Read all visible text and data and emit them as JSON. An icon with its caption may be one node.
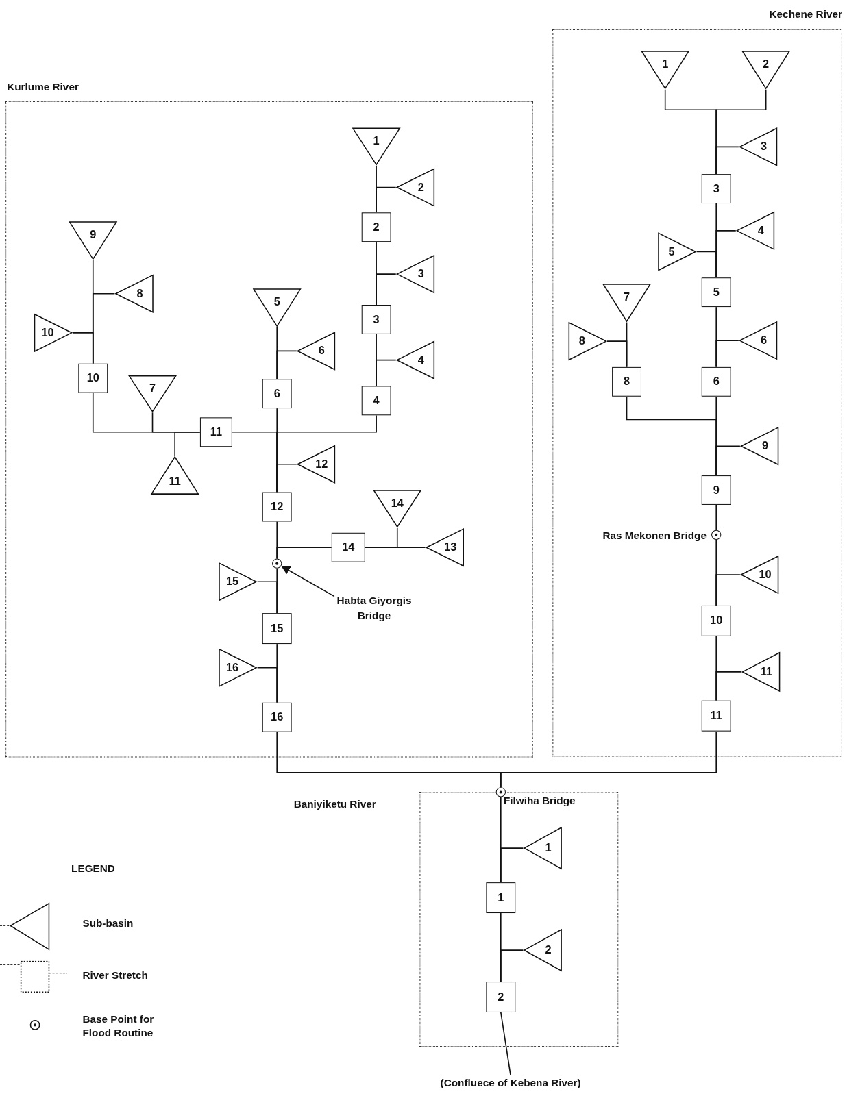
{
  "diagram": {
    "nodes": [
      {
        "text": [
          "Kurlume River"
        ]
      },
      {
        "text": [
          "1"
        ],
        "in": 0
      },
      {
        "text": [
          "2"
        ],
        "in": 0
      },
      {
        "text": [
          "2"
        ],
        "in": 0
      },
      {
        "text": [
          "9"
        ],
        "in": 0
      },
      {
        "text": [
          "3"
        ],
        "in": 0
      },
      {
        "text": [
          "8"
        ],
        "in": 0
      },
      {
        "text": [
          "5"
        ],
        "in": 0
      },
      {
        "text": [
          "3"
        ],
        "in": 0
      },
      {
        "text": [
          "10"
        ],
        "in": 0
      },
      {
        "text": [
          "6"
        ],
        "in": 0
      },
      {
        "text": [
          "4"
        ],
        "in": 0
      },
      {
        "text": [
          "10"
        ],
        "in": 0
      },
      {
        "text": [
          "7"
        ],
        "in": 0
      },
      {
        "text": [
          "6"
        ],
        "in": 0
      },
      {
        "text": [
          "4"
        ],
        "in": 0
      },
      {
        "text": [
          "11"
        ],
        "in": 0
      },
      {
        "text": [
          "12"
        ],
        "in": 0
      },
      {
        "text": [
          "11"
        ],
        "in": 0
      },
      {
        "text": [
          "12"
        ],
        "in": 0
      },
      {
        "text": [
          "14"
        ],
        "in": 0
      },
      {
        "text": [
          "14"
        ],
        "in": 0
      },
      {
        "text": [
          "13"
        ],
        "in": 0
      },
      {
        "text": [],
        "shape": "circle",
        "in": 0
      },
      {
        "text": [
          "15"
        ],
        "in": 0
      },
      {
        "text": [
          "Habta Giyorgis Bridge"
        ],
        "in": 0
      },
      {
        "text": [
          "15"
        ],
        "in": 0
      },
      {
        "text": [
          "16"
        ],
        "in": 0
      },
      {
        "text": [
          "16"
        ],
        "in": 0
      },
      {
        "text": [
          "Kechene River"
        ]
      },
      {
        "text": [
          "1"
        ],
        "in": 29
      },
      {
        "text": [
          "2"
        ],
        "in": 29
      },
      {
        "text": [
          "3"
        ],
        "in": 29
      },
      {
        "text": [
          "3"
        ],
        "in": 29
      },
      {
        "text": [
          "4"
        ],
        "in": 29
      },
      {
        "text": [
          "5"
        ],
        "in": 29
      },
      {
        "text": [
          "7"
        ],
        "in": 29
      },
      {
        "text": [
          "5"
        ],
        "in": 29
      },
      {
        "text": [
          "8"
        ],
        "in": 29
      },
      {
        "text": [
          "6"
        ],
        "in": 29
      },
      {
        "text": [
          "8"
        ],
        "in": 29
      },
      {
        "text": [
          "6"
        ],
        "in": 29
      },
      {
        "text": [
          "9"
        ],
        "in": 29
      },
      {
        "text": [
          "9"
        ],
        "in": 29
      },
      {
        "text": [],
        "shape": "circle",
        "beside": [
          "Ras Mekonen Bridge"
        ],
        "in": 29
      },
      {
        "text": [
          "10"
        ],
        "in": 29
      },
      {
        "text": [
          "10"
        ],
        "in": 29
      },
      {
        "text": [
          "11"
        ],
        "in": 29
      },
      {
        "text": [
          "11"
        ],
        "in": 29
      },
      {
        "text": [
          "Baniyiketu River"
        ]
      },
      {
        "text": [],
        "shape": "circle",
        "beside": [
          "Filwiha Bridge"
        ],
        "in": 49
      },
      {
        "text": [
          "1"
        ],
        "in": 49
      },
      {
        "text": [
          "1"
        ],
        "in": 49
      },
      {
        "text": [
          "2"
        ],
        "in": 49
      },
      {
        "text": [
          "2"
        ],
        "in": 49
      },
      {
        "text": [
          "(Confluece of Kebena River)"
        ]
      }
    ],
    "edges": [
      {
        "from": 1,
        "to": 3,
        "arrow": "none"
      },
      {
        "from": 2,
        "to": 3,
        "arrow": "none"
      },
      {
        "from": 3,
        "to": 8,
        "arrow": "none"
      },
      {
        "from": 5,
        "to": 8,
        "arrow": "none"
      },
      {
        "from": 8,
        "to": 15,
        "arrow": "none"
      },
      {
        "from": 11,
        "to": 15,
        "arrow": "none"
      },
      {
        "from": 4,
        "to": 12,
        "arrow": "none"
      },
      {
        "from": 6,
        "to": 12,
        "arrow": "none"
      },
      {
        "from": 9,
        "to": 12,
        "arrow": "none"
      },
      {
        "from": 12,
        "to": 16,
        "arrow": "none"
      },
      {
        "from": 13,
        "to": 16,
        "arrow": "none"
      },
      {
        "from": 18,
        "to": 16,
        "arrow": "none"
      },
      {
        "from": 7,
        "to": 14,
        "arrow": "none"
      },
      {
        "from": 10,
        "to": 14,
        "arrow": "none"
      },
      {
        "from": 15,
        "to": 19,
        "arrow": "none"
      },
      {
        "from": 14,
        "to": 19,
        "arrow": "none"
      },
      {
        "from": 16,
        "to": 19,
        "arrow": "none"
      },
      {
        "from": 17,
        "to": 19,
        "arrow": "none"
      },
      {
        "from": 19,
        "to": 23,
        "arrow": "none"
      },
      {
        "from": 21,
        "to": 23,
        "arrow": "none"
      },
      {
        "from": 20,
        "to": 21,
        "arrow": "none"
      },
      {
        "from": 22,
        "to": 21,
        "arrow": "none"
      },
      {
        "from": 23,
        "to": 26,
        "arrow": "none"
      },
      {
        "from": 24,
        "to": 26,
        "arrow": "none"
      },
      {
        "from": 25,
        "to": 23,
        "arrow": "to"
      },
      {
        "from": 26,
        "to": 28,
        "arrow": "none"
      },
      {
        "from": 27,
        "to": 28,
        "arrow": "none"
      },
      {
        "from": 28,
        "to": 50,
        "arrow": "none"
      },
      {
        "from": 30,
        "to": 33,
        "arrow": "none"
      },
      {
        "from": 31,
        "to": 33,
        "arrow": "none"
      },
      {
        "from": 32,
        "to": 33,
        "arrow": "none"
      },
      {
        "from": 33,
        "to": 37,
        "arrow": "none"
      },
      {
        "from": 34,
        "to": 37,
        "arrow": "none"
      },
      {
        "from": 35,
        "to": 37,
        "arrow": "none"
      },
      {
        "from": 37,
        "to": 41,
        "arrow": "none"
      },
      {
        "from": 39,
        "to": 41,
        "arrow": "none"
      },
      {
        "from": 36,
        "to": 40,
        "arrow": "none"
      },
      {
        "from": 38,
        "to": 40,
        "arrow": "none"
      },
      {
        "from": 40,
        "to": 43,
        "arrow": "none"
      },
      {
        "from": 41,
        "to": 43,
        "arrow": "none"
      },
      {
        "from": 42,
        "to": 43,
        "arrow": "none"
      },
      {
        "from": 43,
        "to": 44,
        "arrow": "none"
      },
      {
        "from": 44,
        "to": 46,
        "arrow": "none"
      },
      {
        "from": 45,
        "to": 46,
        "arrow": "none"
      },
      {
        "from": 46,
        "to": 48,
        "arrow": "none"
      },
      {
        "from": 47,
        "to": 48,
        "arrow": "none"
      },
      {
        "from": 48,
        "to": 50,
        "arrow": "none"
      },
      {
        "from": 50,
        "to": 52,
        "arrow": "none"
      },
      {
        "from": 51,
        "to": 52,
        "arrow": "none"
      },
      {
        "from": 52,
        "to": 54,
        "arrow": "none"
      },
      {
        "from": 53,
        "to": 54,
        "arrow": "none"
      },
      {
        "from": 54,
        "to": 55,
        "arrow": "none"
      }
    ],
    "labels": [
      "LEGEND"
    ],
    "legend": [
      {
        "text": "Sub-basin"
      },
      {
        "text": "River Stretch"
      },
      {
        "text": "Base Point for Flood Routine"
      }
    ]
  }
}
